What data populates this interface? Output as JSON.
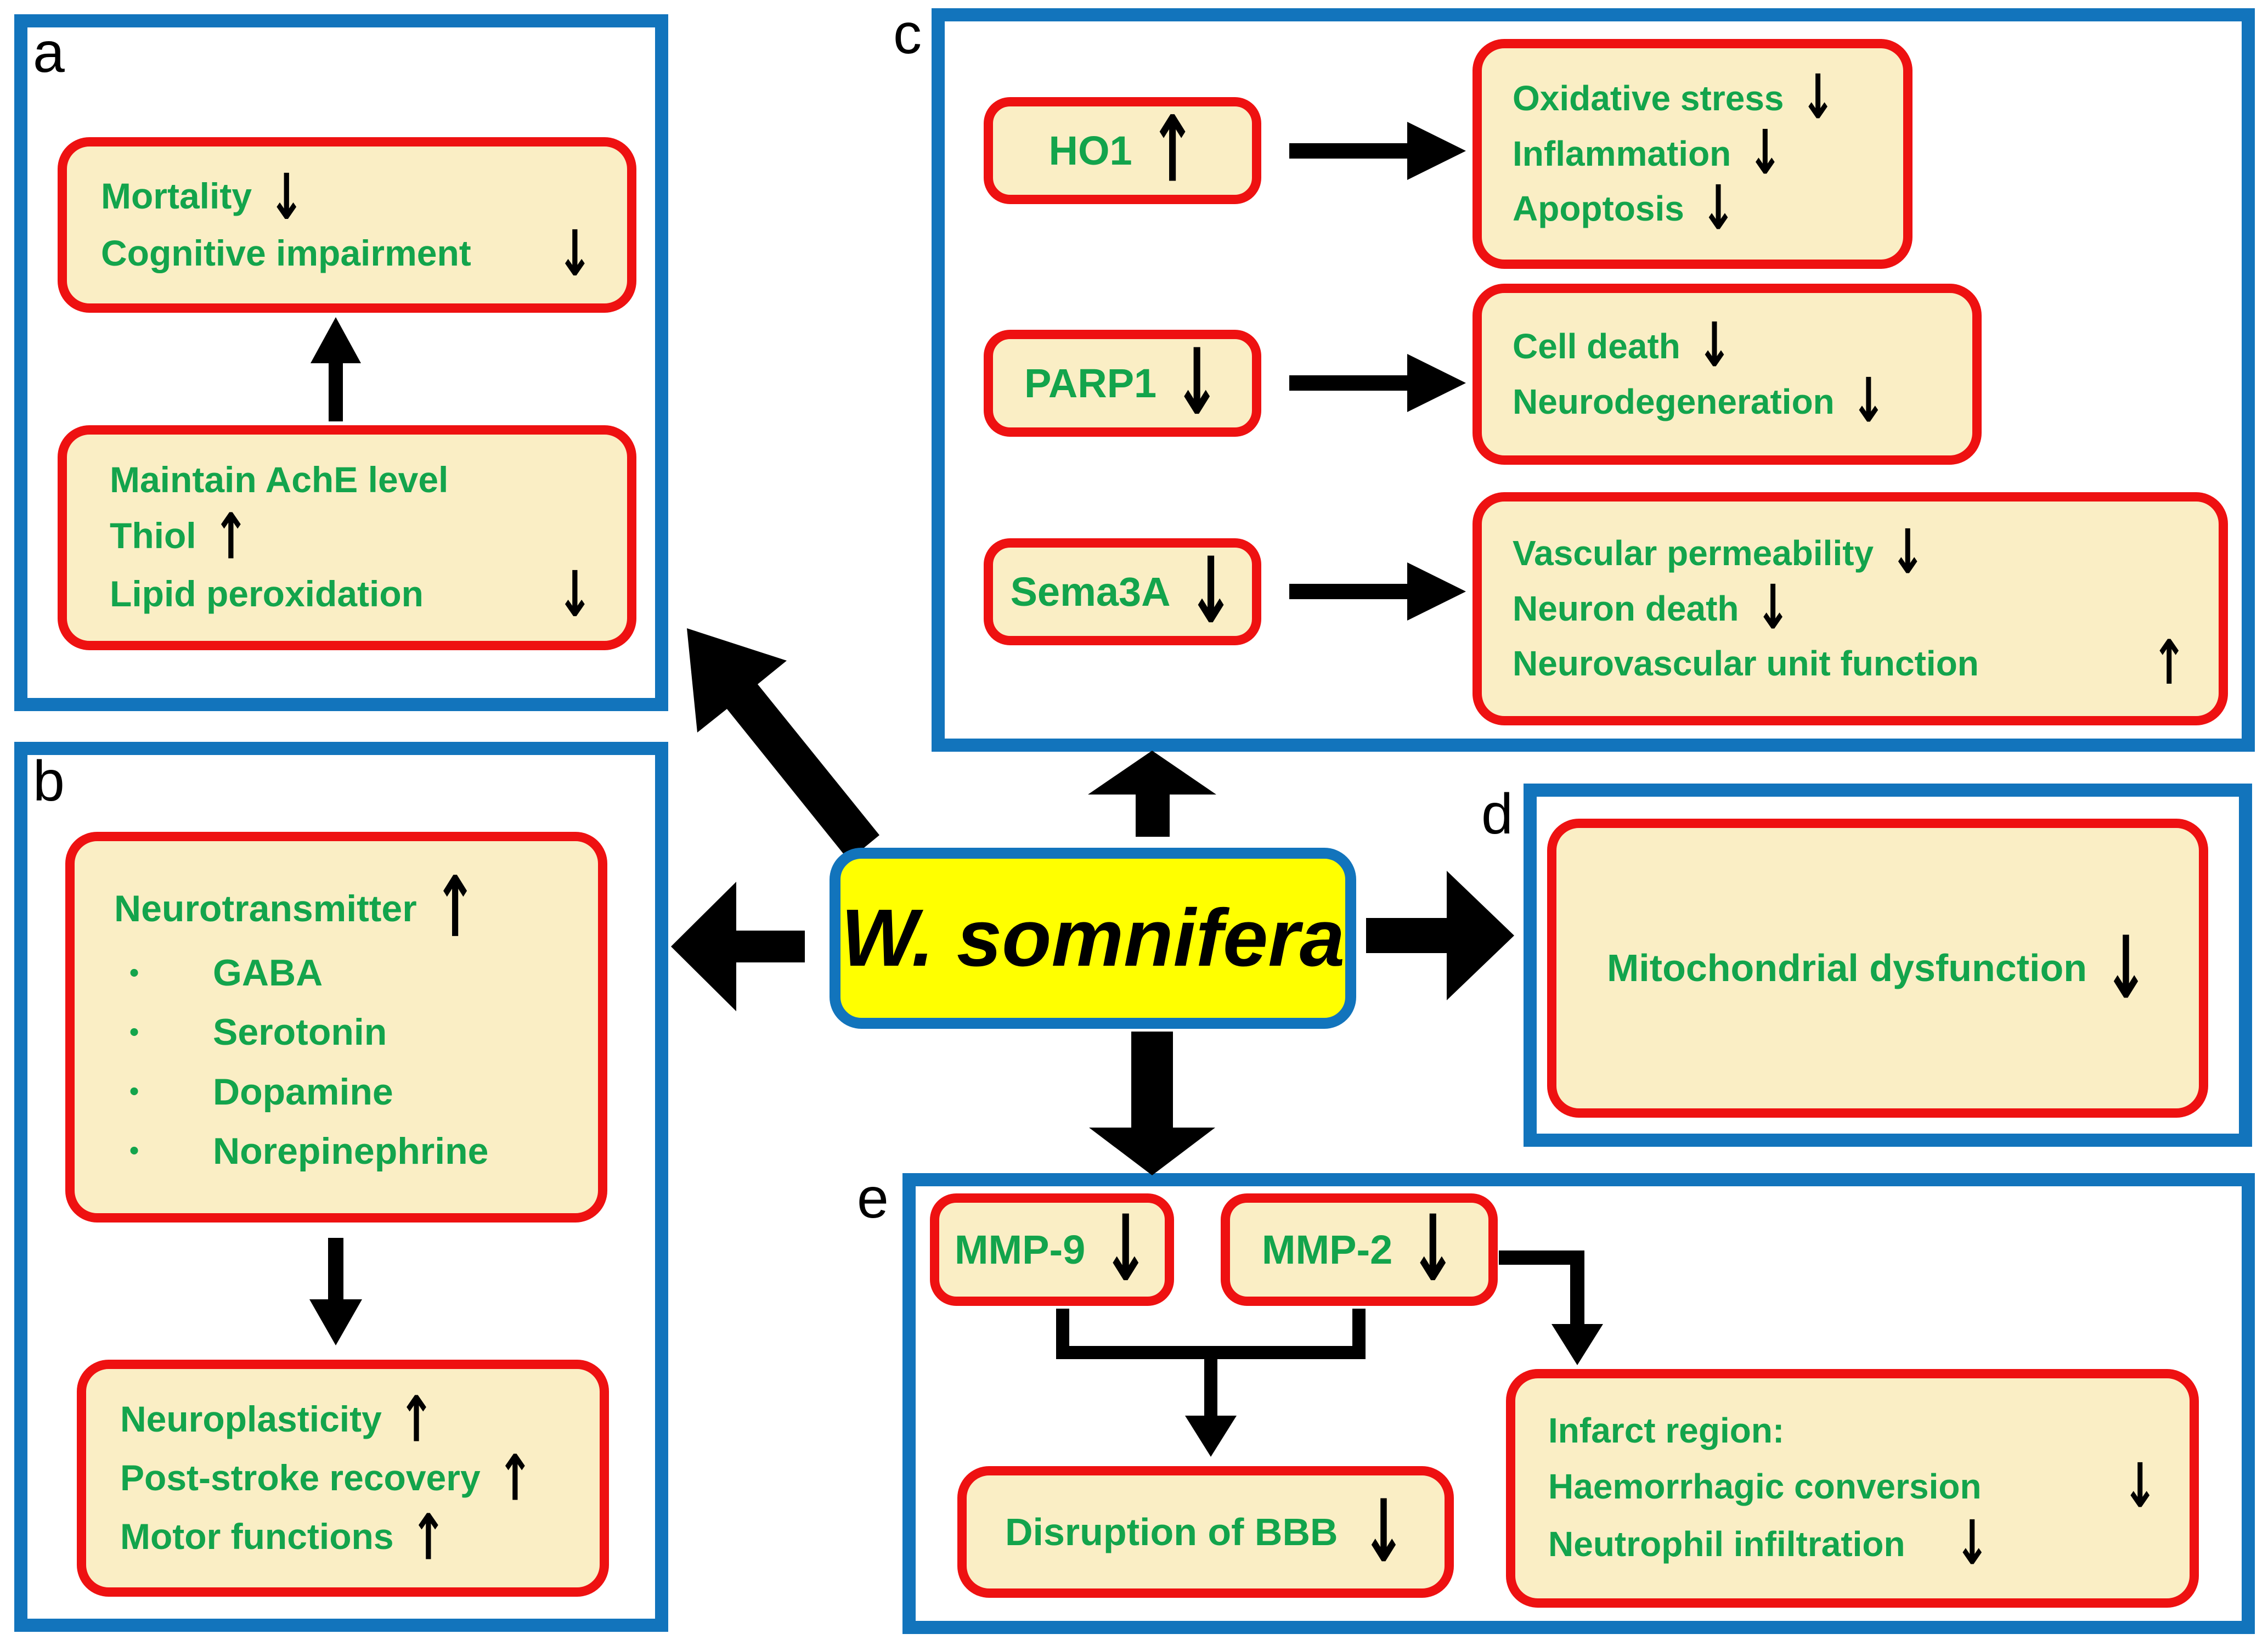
{
  "figure": {
    "center_label": "W. somnifera",
    "description": "Flow diagram of W. somnifera effects, panels a-e"
  },
  "colors": {
    "panel_border_blue": "#1274BC",
    "box_border_red": "#EE1111",
    "box_fill_cream": "#FAEEC5",
    "text_green": "#13A44C",
    "center_fill_yellow": "#FFFF00",
    "arrow_black": "#000000"
  },
  "labels": {
    "a": "a",
    "b": "b",
    "c": "c",
    "d": "d",
    "e": "e"
  },
  "panels": {
    "a": {
      "box1": {
        "lines": [
          {
            "text": "Mortality",
            "arrow": "↓"
          },
          {
            "text": "Cognitive impairment",
            "arrow": "↓"
          }
        ]
      },
      "box2": {
        "lines": [
          {
            "text": "Maintain AchE level",
            "arrow": ""
          },
          {
            "text": "Thiol",
            "arrow": "↑"
          },
          {
            "text": "Lipid peroxidation",
            "arrow": "↓"
          }
        ]
      }
    },
    "b": {
      "box1": {
        "title": {
          "text": "Neurotransmitter",
          "arrow": "↑"
        },
        "bullets": [
          {
            "bullet": "•",
            "text": "GABA"
          },
          {
            "bullet": "•",
            "text": "Serotonin"
          },
          {
            "bullet": "•",
            "text": "Dopamine"
          },
          {
            "bullet": "•",
            "text": "Norepinephrine"
          }
        ]
      },
      "box2": {
        "lines": [
          {
            "text": "Neuroplasticity",
            "arrow": "↑"
          },
          {
            "text": "Post-stroke recovery",
            "arrow": "↑"
          },
          {
            "text": "Motor functions",
            "arrow": "↑"
          }
        ]
      }
    },
    "c": {
      "row1": {
        "source": {
          "text": "HO1",
          "arrow": "↑"
        },
        "target": {
          "lines": [
            {
              "text": "Oxidative stress",
              "arrow": "↓"
            },
            {
              "text": "Inflammation",
              "arrow": "↓"
            },
            {
              "text": "Apoptosis",
              "arrow": "↓"
            }
          ]
        }
      },
      "row2": {
        "source": {
          "text": "PARP1",
          "arrow": "↓"
        },
        "target": {
          "lines": [
            {
              "text": "Cell death",
              "arrow": "↓"
            },
            {
              "text": "Neurodegeneration",
              "arrow": "↓"
            }
          ]
        }
      },
      "row3": {
        "source": {
          "text": "Sema3A",
          "arrow": "↓"
        },
        "target": {
          "lines": [
            {
              "text": "Vascular permeability",
              "arrow": "↓"
            },
            {
              "text": "Neuron death",
              "arrow": "↓"
            },
            {
              "text": "Neurovascular unit function",
              "arrow": "↑"
            }
          ]
        }
      }
    },
    "d": {
      "box": {
        "lines": [
          {
            "text": "Mitochondrial dysfunction",
            "arrow": "↓"
          }
        ]
      }
    },
    "e": {
      "mmp9": {
        "text": "MMP-9",
        "arrow": "↓"
      },
      "mmp2": {
        "text": "MMP-2",
        "arrow": "↓"
      },
      "bbb": {
        "text": "Disruption of BBB",
        "arrow": "↓"
      },
      "infarct": {
        "lines": [
          {
            "text": "Infarct region:",
            "arrow": ""
          },
          {
            "text": "Haemorrhagic conversion",
            "arrow": "↓"
          },
          {
            "text": "Neutrophil infiltration",
            "arrow": "↓"
          }
        ]
      }
    }
  }
}
